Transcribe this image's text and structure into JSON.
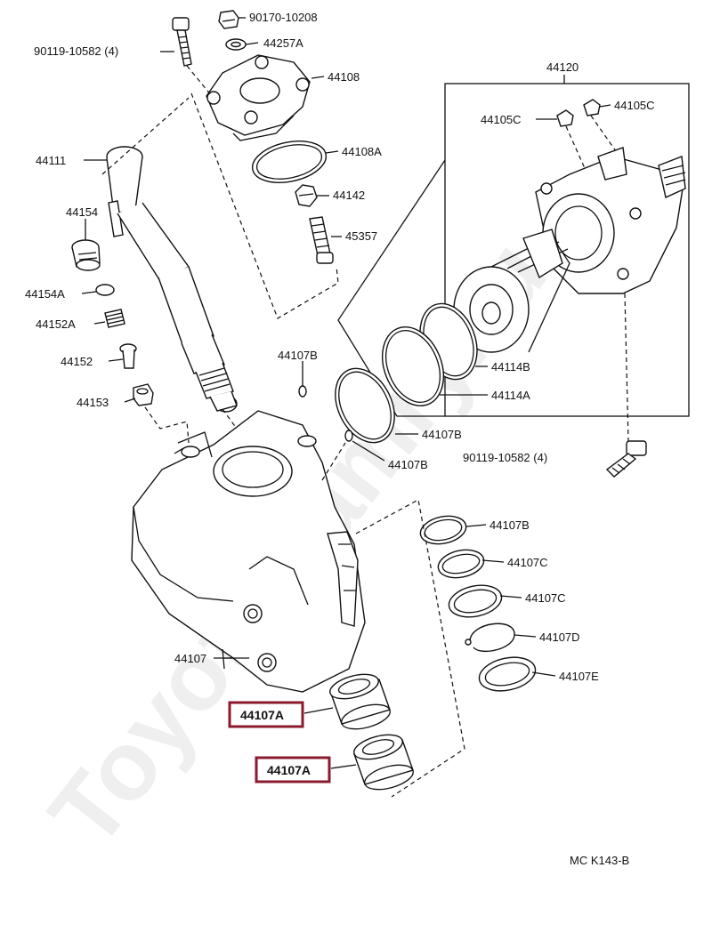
{
  "watermark": "ToyotaCamry.ru",
  "diagram_code": "MC  K143-B",
  "labels": {
    "p90170": "90170-10208",
    "p90119a": "90119-10582 (4)",
    "p44257A": "44257A",
    "p44108": "44108",
    "p44120": "44120",
    "p44105C_l": "44105C",
    "p44105C_r": "44105C",
    "p44111": "44111",
    "p44108A": "44108A",
    "p44154": "44154",
    "p44142": "44142",
    "p45357": "45357",
    "p44154A": "44154A",
    "p44152A": "44152A",
    "p44107B_top": "44107B",
    "p44114B": "44114B",
    "p44152": "44152",
    "p44114A": "44114A",
    "p44153": "44153",
    "p44107B_mid": "44107B",
    "p90119b": "90119-10582 (4)",
    "p44107B_low": "44107B",
    "p44107B_r": "44107B",
    "p44107C_1": "44107C",
    "p44107C_2": "44107C",
    "p44107D": "44107D",
    "p44107": "44107",
    "p44107E": "44107E",
    "p44107A_1": "44107A",
    "p44107A_2": "44107A"
  },
  "colors": {
    "highlight": "#8b1a2e",
    "line": "#111111"
  }
}
